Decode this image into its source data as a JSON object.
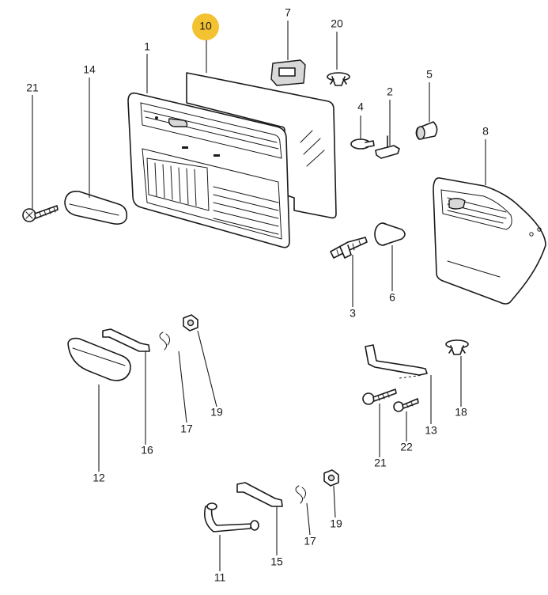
{
  "highlight_color": "#f2c230",
  "callouts": {
    "c1": "1",
    "c2": "2",
    "c3": "3",
    "c4": "4",
    "c5": "5",
    "c6": "6",
    "c7": "7",
    "c8": "8",
    "c10": "10",
    "c11": "11",
    "c12": "12",
    "c13": "13",
    "c14": "14",
    "c15": "15",
    "c16": "16",
    "c17a": "17",
    "c17b": "17",
    "c18": "18",
    "c19a": "19",
    "c19b": "19",
    "c20": "20",
    "c21a": "21",
    "c21b": "21",
    "c22": "22"
  }
}
